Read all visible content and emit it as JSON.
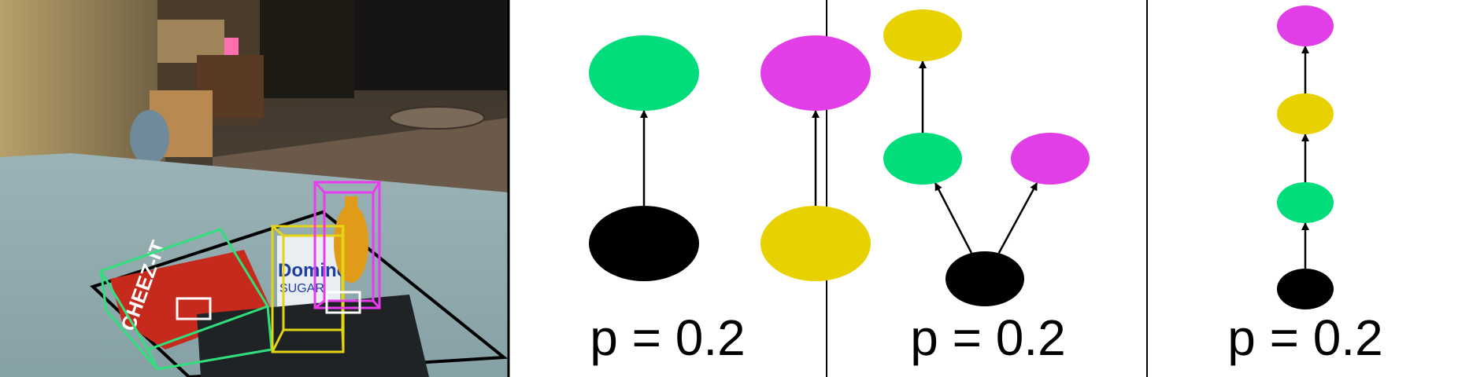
{
  "colors": {
    "green": "#00dd7a",
    "magenta": "#e23ee7",
    "yellow": "#e8d100",
    "black": "#000000",
    "box_green": "#2fe07c",
    "box_yellow": "#e3d414",
    "box_magenta": "#e93bf0",
    "box_white": "#ffffff"
  },
  "photo": {
    "objects": [
      {
        "name": "cheez-it-box",
        "box_color": "green"
      },
      {
        "name": "domino-sugar-box",
        "box_color": "yellow"
      },
      {
        "name": "mustard-bottle",
        "box_color": "magenta"
      },
      {
        "name": "small-object",
        "box_color": "white"
      }
    ],
    "box_text": {
      "brand1": "CHEEZ-IT",
      "brand2": "Domino",
      "brand3": "SUGAR"
    }
  },
  "panels": [
    {
      "label": "p = 0.2",
      "nodes": [
        {
          "id": "a",
          "color": "green"
        },
        {
          "id": "b",
          "color": "black"
        },
        {
          "id": "c",
          "color": "magenta"
        },
        {
          "id": "d",
          "color": "yellow"
        }
      ],
      "edges": [
        {
          "from": "b",
          "to": "a"
        },
        {
          "from": "d",
          "to": "c"
        }
      ]
    },
    {
      "label": "p = 0.2",
      "nodes": [
        {
          "id": "a",
          "color": "yellow"
        },
        {
          "id": "b",
          "color": "green"
        },
        {
          "id": "c",
          "color": "magenta"
        },
        {
          "id": "d",
          "color": "black"
        }
      ],
      "edges": [
        {
          "from": "b",
          "to": "a"
        },
        {
          "from": "d",
          "to": "b"
        },
        {
          "from": "d",
          "to": "c"
        }
      ]
    },
    {
      "label": "p = 0.2",
      "nodes": [
        {
          "id": "a",
          "color": "magenta"
        },
        {
          "id": "b",
          "color": "yellow"
        },
        {
          "id": "c",
          "color": "green"
        },
        {
          "id": "d",
          "color": "black"
        }
      ],
      "edges": [
        {
          "from": "b",
          "to": "a"
        },
        {
          "from": "c",
          "to": "b"
        },
        {
          "from": "d",
          "to": "c"
        }
      ]
    }
  ]
}
